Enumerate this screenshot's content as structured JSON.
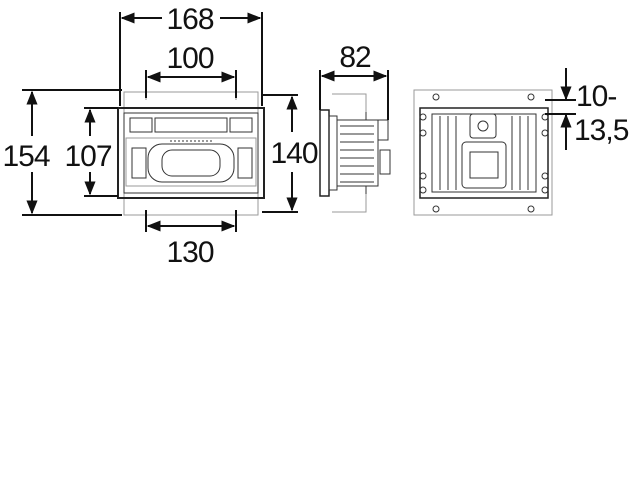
{
  "drawing": {
    "front_view": {
      "dims": {
        "overall_width": "168",
        "inner_width": "100",
        "overall_height": "154",
        "inner_height": "107",
        "frame_height": "140",
        "bottom_width": "130"
      }
    },
    "side_view": {
      "dims": {
        "depth": "82"
      }
    },
    "rear_view": {
      "dims": {
        "tolerance_line1": "10-",
        "tolerance_line2": "13,5"
      }
    }
  }
}
